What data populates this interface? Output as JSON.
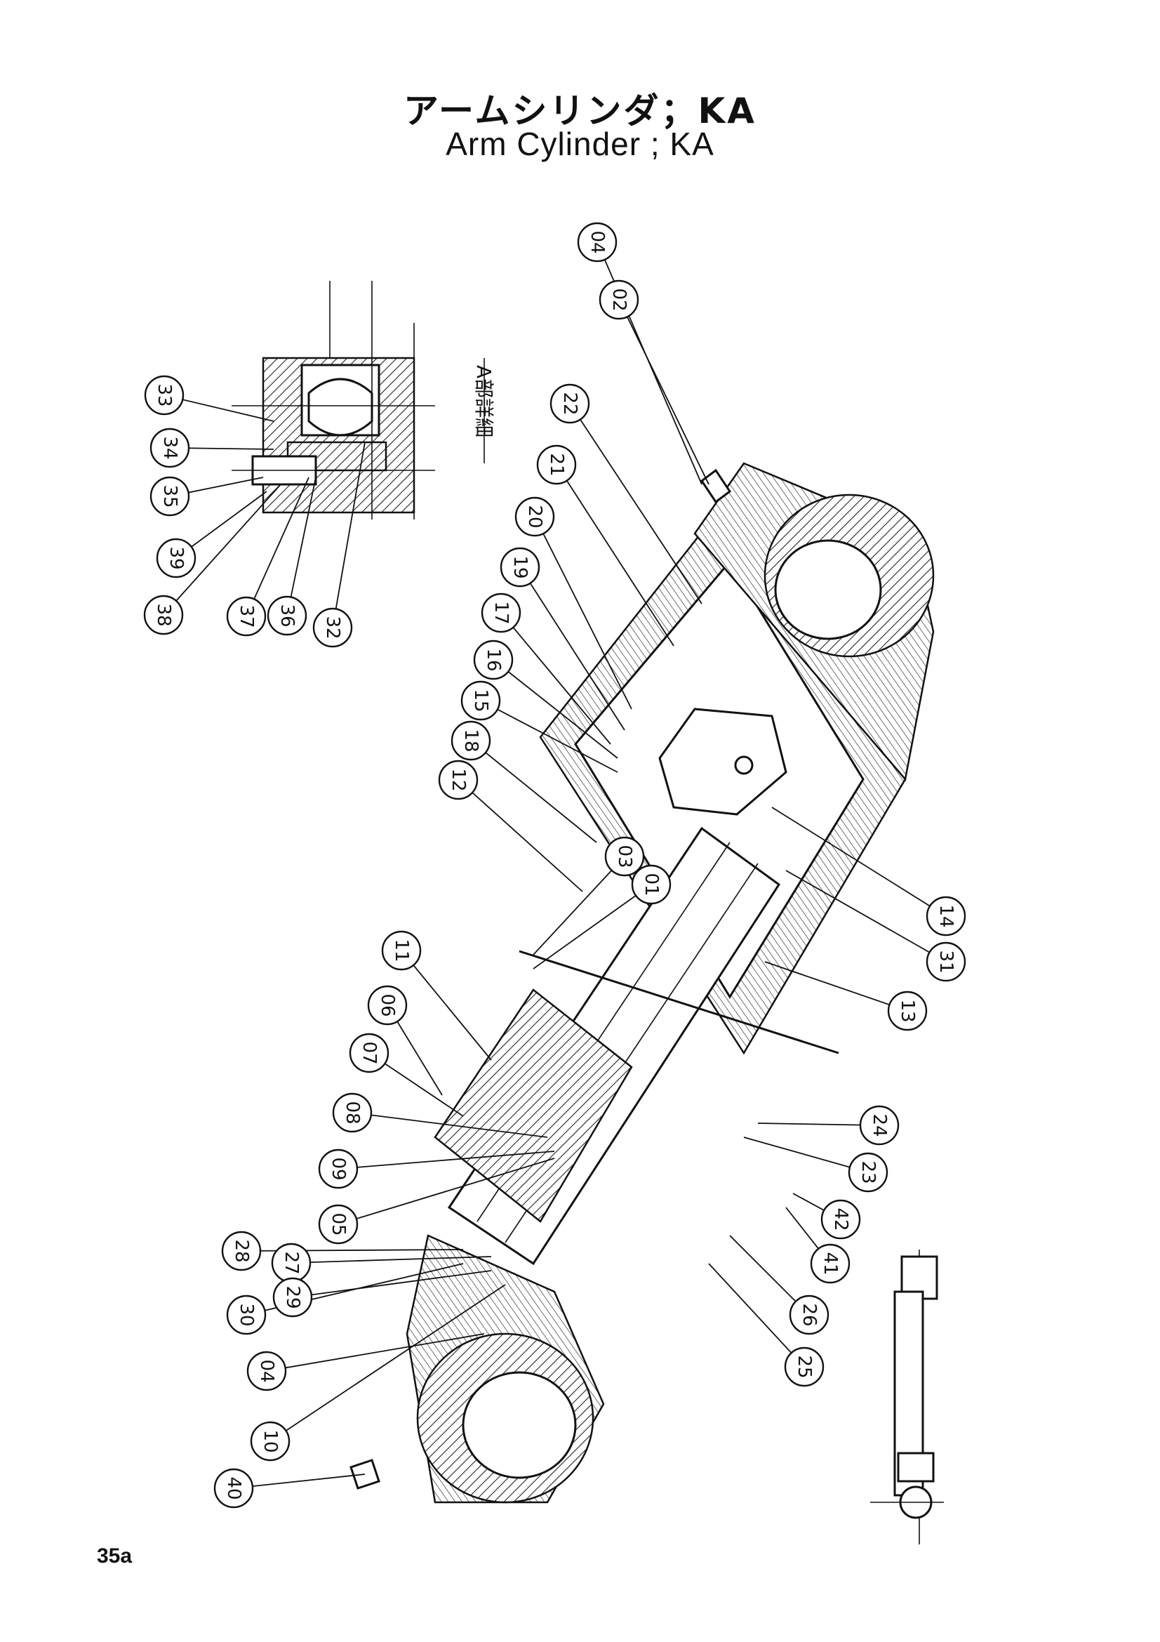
{
  "title": {
    "japanese": "アームシリンダ；KA",
    "english": "Arm Cylinder ; KA"
  },
  "detail_label": "A部詳細",
  "page_number": "35a",
  "callouts": [
    "01",
    "02",
    "03",
    "04",
    "04",
    "05",
    "06",
    "07",
    "08",
    "09",
    "10",
    "11",
    "12",
    "13",
    "14",
    "15",
    "16",
    "17",
    "18",
    "19",
    "20",
    "21",
    "22",
    "23",
    "24",
    "25",
    "26",
    "27",
    "28",
    "29",
    "30",
    "31",
    "32",
    "33",
    "34",
    "35",
    "36",
    "37",
    "38",
    "39",
    "40",
    "41",
    "42"
  ]
}
